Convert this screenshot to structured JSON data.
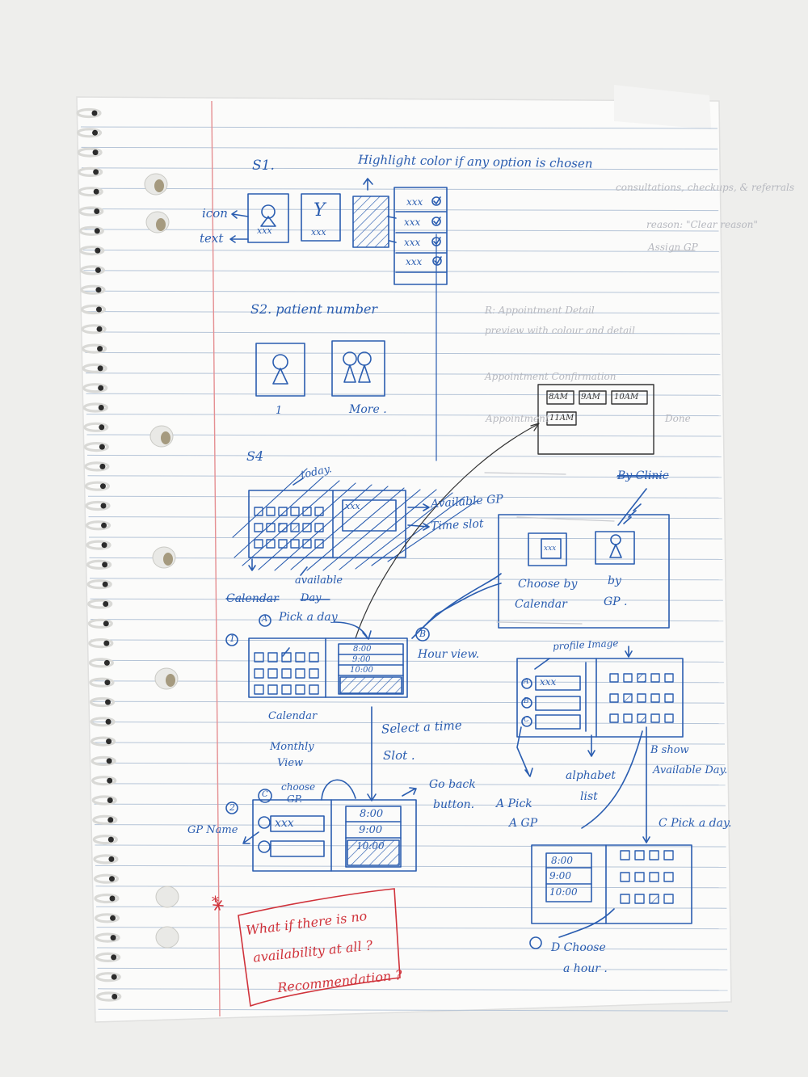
{
  "colors": {
    "ink": "#2a5db0",
    "red_ink": "#d0323a",
    "rule": "#aebfd4",
    "margin": "#e58f92",
    "paper": "#fbfbfa",
    "faint": "#b6b8bf"
  },
  "s1": {
    "title": "S1.",
    "note": "Highlight color if any option is chosen",
    "icon_label": "icon",
    "text_label": "text",
    "card_text_1": "xxx",
    "card_text_2": "xxx",
    "card_glyph": "Y",
    "list_items": [
      "xxx",
      "xxx",
      "xxx",
      "xxx"
    ]
  },
  "s2": {
    "title": "S2. patient number",
    "option_1": "1",
    "option_2": "More ."
  },
  "s4": {
    "title": "S4",
    "today": "today.",
    "available_gp": "Available GP",
    "time_slot": "Time slot",
    "available": "available",
    "struck_calendar": "Calendar",
    "struck_day": "Day",
    "cell_text": "xxx"
  },
  "popup": {
    "slots": [
      "8AM",
      "9AM",
      "10AM",
      "11AM"
    ]
  },
  "flow1": {
    "number": "1",
    "a_marker": "A",
    "a_label": "Pick a day",
    "b_marker": "B",
    "b_label": "Hour view.",
    "times": [
      "8:00",
      "9:00",
      "10:00"
    ],
    "calendar_label": "Calendar",
    "monthly_label": "Monthly",
    "view_label": "View",
    "select_slot_1": "Select a time",
    "select_slot_2": "Slot ."
  },
  "flow2": {
    "number": "2",
    "c_marker": "C",
    "choose_gp_1": "choose",
    "choose_gp_2": "GP.",
    "gp_name": "GP Name",
    "row_text": "xxx",
    "times": [
      "8:00",
      "9:00",
      "10:00"
    ],
    "go_back_1": "Go back",
    "go_back_2": "button."
  },
  "red_note": {
    "star": "*",
    "line1": "What if there is no",
    "line2": "availability at all ?",
    "line3": "Recommendation ?"
  },
  "right_panel": {
    "struck_clinic": "By Clinic",
    "choose_by_1": "Choose by",
    "choose_by_2": "Calendar",
    "by_gp_1": "by",
    "by_gp_2": "GP .",
    "mini_cal_text": "xxx"
  },
  "gp_flow": {
    "profile_image": "profile Image",
    "row_text": "xxx",
    "markers": [
      "A",
      "B",
      "C"
    ],
    "alphabet_1": "alphabet",
    "alphabet_2": "list",
    "pick_gp_1": "A Pick",
    "pick_gp_2": "A GP",
    "show_avail_1": "B show",
    "show_avail_2": "Available Day.",
    "pick_day": "C Pick a day.",
    "times": [
      "8:00",
      "9:00",
      "10:00"
    ],
    "choose_hour_1": "D Choose",
    "choose_hour_2": "a hour ."
  },
  "faint_text": [
    "consultations, checkups, & referrals",
    "reason: \"Clear reason\"",
    "Assign GP",
    "R: Appointment Detail",
    "preview with colour and detail",
    "Appointment Confirmation",
    "Appointment",
    "Done"
  ]
}
